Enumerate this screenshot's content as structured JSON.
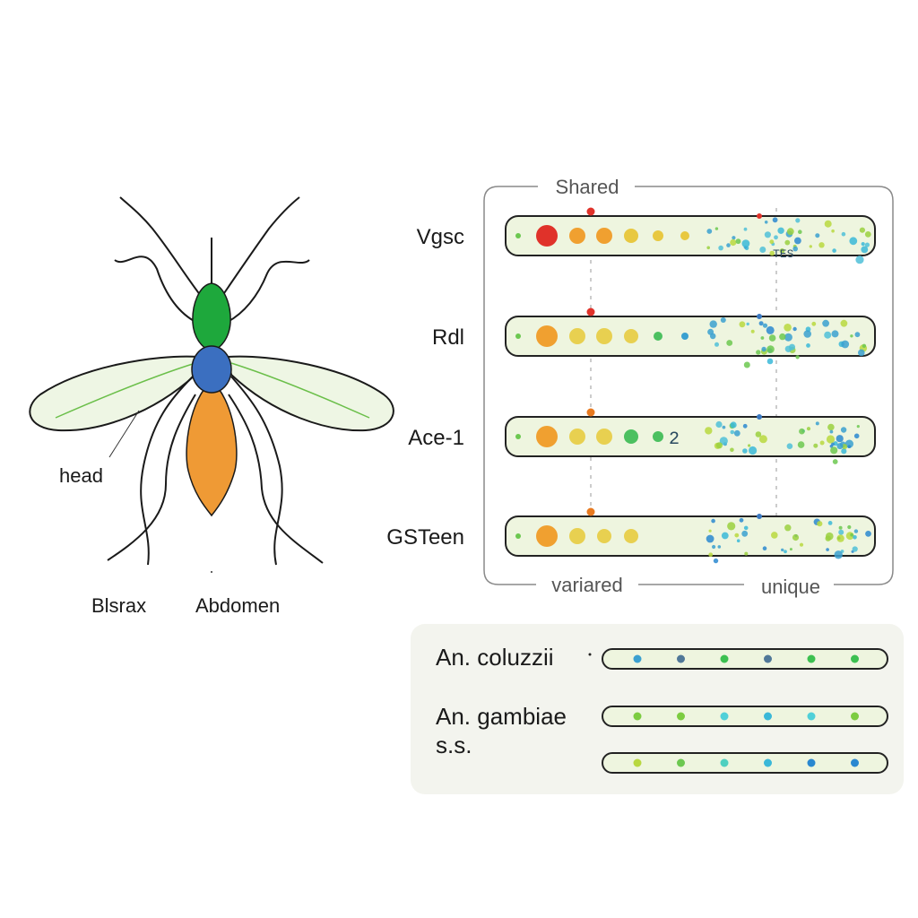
{
  "mosquito": {
    "labels": {
      "head": "head",
      "thorax": "Blsrax",
      "abdomen": "Abdomen"
    },
    "colors": {
      "head": "#1ea83c",
      "thorax": "#3b6fc0",
      "abdomen": "#ef9a35",
      "wing": "#eef6e4",
      "wing_vein": "#6bbf4a"
    }
  },
  "gene_panel": {
    "frame_top_label": "Shared",
    "frame_bottom_left_label": "variared",
    "frame_bottom_right_label": "unique",
    "rows": [
      {
        "gene": "Vgsc",
        "inline_text": "TES",
        "big_dots": [
          {
            "r": 12,
            "color": "#e0322a"
          },
          {
            "r": 9,
            "color": "#f0a030"
          },
          {
            "r": 9,
            "color": "#f0a030"
          },
          {
            "r": 8,
            "color": "#e8c840"
          },
          {
            "r": 6,
            "color": "#e8c840"
          },
          {
            "r": 5,
            "color": "#e8c840"
          }
        ]
      },
      {
        "gene": "Rdl",
        "inline_text": "",
        "big_dots": [
          {
            "r": 12,
            "color": "#f0a030"
          },
          {
            "r": 9,
            "color": "#e8d050"
          },
          {
            "r": 9,
            "color": "#e8d050"
          },
          {
            "r": 8,
            "color": "#e8d050"
          },
          {
            "r": 5,
            "color": "#4cc060"
          },
          {
            "r": 4,
            "color": "#3aa0d0"
          }
        ]
      },
      {
        "gene": "Ace-1",
        "inline_text": "2",
        "big_dots": [
          {
            "r": 12,
            "color": "#f0a030"
          },
          {
            "r": 9,
            "color": "#e8d050"
          },
          {
            "r": 9,
            "color": "#e8d050"
          },
          {
            "r": 8,
            "color": "#4cc060"
          },
          {
            "r": 6,
            "color": "#4cc060"
          }
        ]
      },
      {
        "gene": "GSTeen",
        "inline_text": "",
        "big_dots": [
          {
            "r": 12,
            "color": "#f0a030"
          },
          {
            "r": 9,
            "color": "#e8d050"
          },
          {
            "r": 8,
            "color": "#e8d050"
          },
          {
            "r": 8,
            "color": "#e8d050"
          }
        ]
      }
    ],
    "marker_color": "#e0322a"
  },
  "species_panel": {
    "rows": [
      {
        "label": "An. coluzzii",
        "dots": [
          "#3aa0d0",
          "#507898",
          "#3cc050",
          "#507898",
          "#3cc050",
          "#3cc050"
        ]
      },
      {
        "label": "An. gambiae",
        "label2": "s.s.",
        "dots": [
          "#7ccc40",
          "#7ccc40",
          "#4fd0d8",
          "#3ab8d8",
          "#4fd0d8",
          "#7ccc40"
        ]
      },
      {
        "label": "",
        "dots": [
          "#b8d840",
          "#6cc850",
          "#4fd0c0",
          "#3ab8d8",
          "#2a88d0",
          "#2a88d0"
        ]
      }
    ]
  }
}
